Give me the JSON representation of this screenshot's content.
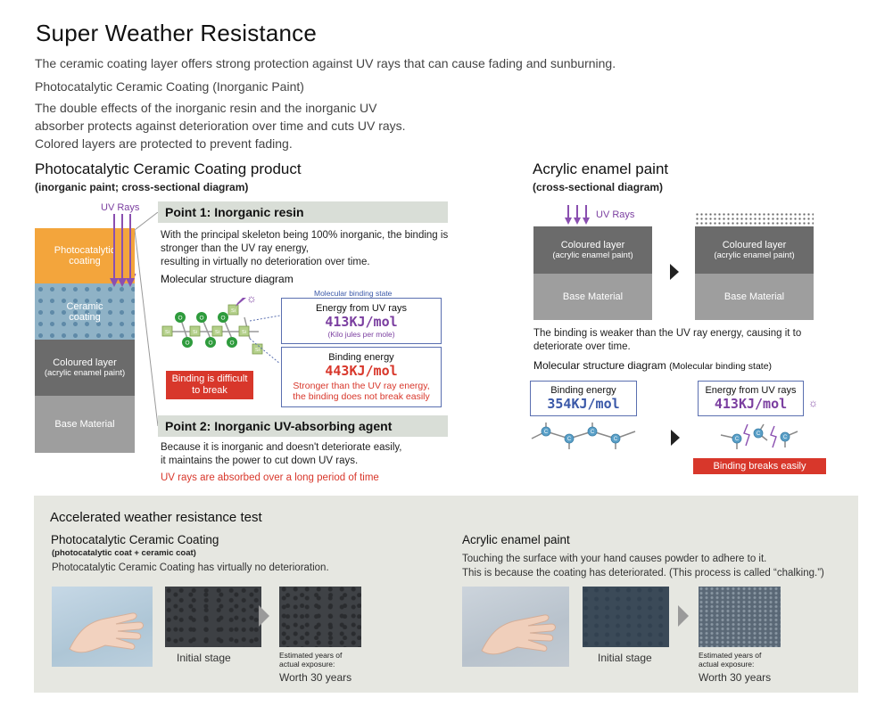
{
  "header": {
    "title": "Super Weather Resistance",
    "intro": "The ceramic coating layer offers strong protection against UV rays that can cause fading and sunburning.",
    "subtitle": "Photocatalytic Ceramic Coating (Inorganic Paint)",
    "body_lines": [
      "The double effects of the inorganic resin and the inorganic UV",
      "absorber protects against deterioration over time and cuts UV rays.",
      "Colored layers are protected to prevent fading."
    ]
  },
  "left": {
    "title": "Photocatalytic Ceramic Coating product",
    "subtitle": "(inorganic paint; cross-sectional diagram)",
    "uv_label": "UV Rays",
    "layers": [
      {
        "label_1": "Photocatalytic",
        "label_2": "coating",
        "color": "#f3a53c"
      },
      {
        "label_1": "Ceramic",
        "label_2": "coating",
        "color": "#8fb2c6"
      },
      {
        "label_1": "Coloured layer",
        "label_2": "(acrylic enamel paint)",
        "color": "#6b6b6b"
      },
      {
        "label_1": "Base Material",
        "label_2": "",
        "color": "#9e9e9e"
      }
    ],
    "point1": {
      "title": "Point 1: Inorganic resin",
      "lines": [
        "With the principal skeleton being 100% inorganic, the binding is",
        "stronger than the UV ray energy,",
        "resulting in virtually no deterioration over time."
      ],
      "diagram_title": "Molecular structure diagram",
      "binding_state": "Molecular binding state",
      "uv_box": {
        "title": "Energy from UV rays",
        "value": "413KJ/mol",
        "note": "(Kilo jules per mole)"
      },
      "bind_box": {
        "title": "Binding energy",
        "value": "443KJ/mol",
        "note_1": "Stronger than the UV ray energy,",
        "note_2": "the binding does not break easily"
      },
      "badge_1": "Binding is difficult",
      "badge_2": "to break",
      "atom_o": "O",
      "atom_si": "Si"
    },
    "point2": {
      "title": "Point 2: Inorganic UV-absorbing agent",
      "lines": [
        "Because it is inorganic and doesn't deteriorate easily,",
        "it maintains the power to cut down UV rays."
      ],
      "highlight": "UV rays are absorbed over a long period of time"
    }
  },
  "right": {
    "title": "Acrylic enamel paint",
    "subtitle": "(cross-sectional diagram)",
    "uv_label": "UV Rays",
    "layer_top_1": "Coloured layer",
    "layer_top_2": "(acrylic enamel paint)",
    "layer_base": "Base Material",
    "desc_1": "The binding is weaker than the UV ray energy, causing it to",
    "desc_2": "deteriorate over time.",
    "diagram_title": "Molecular structure diagram",
    "diagram_title_sub": "(Molecular binding state)",
    "bind_box": {
      "title": "Binding energy",
      "value": "354KJ/mol"
    },
    "uv_box": {
      "title": "Energy from UV rays",
      "value": "413KJ/mol"
    },
    "atom_c": "C",
    "badge": "Binding breaks easily"
  },
  "test": {
    "title": "Accelerated weather resistance test",
    "left": {
      "title": "Photocatalytic Ceramic Coating",
      "subtitle": "(photocatalytic coat + ceramic coat)",
      "desc": "Photocatalytic Ceramic Coating has virtually no deterioration.",
      "initial": "Initial stage",
      "est_1": "Estimated years of",
      "est_2": "actual exposure:",
      "worth": "Worth 30 years"
    },
    "right": {
      "title": "Acrylic enamel paint",
      "desc_1": "Touching the surface with your hand causes powder to adhere to it.",
      "desc_2": "This is because the coating has deteriorated. (This process is called “chalking.”)",
      "initial": "Initial stage",
      "est_1": "Estimated years of",
      "est_2": "actual exposure:",
      "worth": "Worth 30 years"
    }
  },
  "colors": {
    "accent_red": "#d8372b",
    "accent_purple": "#7b3fa0",
    "panel_gray": "#e6e7e1",
    "banner_gray": "#d9ded7"
  }
}
